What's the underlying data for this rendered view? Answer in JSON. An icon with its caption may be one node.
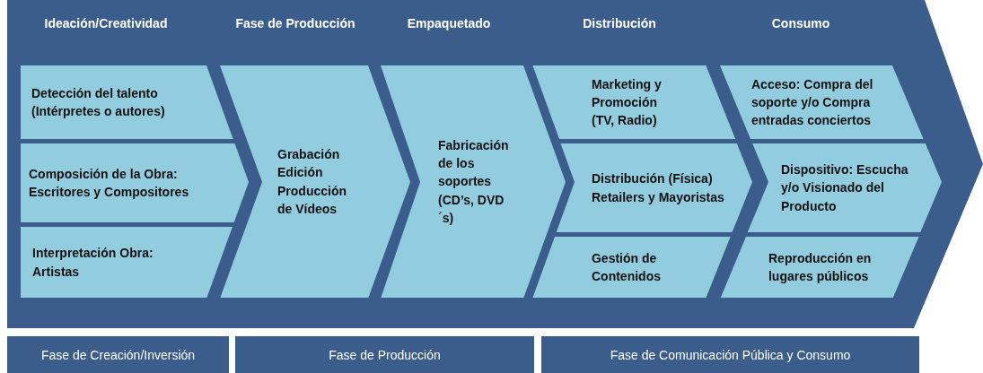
{
  "diagram": {
    "nodes": [
      {
        "text": [
          "Ideación/Creatividad",
          "Fase de Producción",
          "Empaquetado",
          "Distribución",
          "Consumo"
        ]
      },
      {
        "text": [
          "Detección del talento (Intérpretes  o autores)"
        ],
        "in": 0
      },
      {
        "text": [
          "Composición de la Obra: Escritores y Compositores"
        ],
        "in": 0
      },
      {
        "text": [
          "Interpretación Obra: Artistas"
        ],
        "in": 0
      },
      {
        "text": [
          "Grabación Edición Producción de Vídeos"
        ],
        "in": 0
      },
      {
        "text": [
          "Fabricación de los soportes (CD’s, DVD´s)"
        ],
        "in": 0
      },
      {
        "text": [
          "Marketing y Promoción (TV, Radio)"
        ],
        "in": 0
      },
      {
        "text": [
          "Distribución (Física) Retailers y Mayoristas"
        ],
        "in": 0
      },
      {
        "text": [
          "Gestión de Contenidos"
        ],
        "in": 0
      },
      {
        "text": [
          "Acceso: Compra del soporte y/o Compra entradas conciertos"
        ],
        "in": 0
      },
      {
        "text": [
          "Dispositivo: Escucha y/o Visionado del Producto"
        ],
        "in": 0
      },
      {
        "text": [
          "Reproducción en lugares públicos"
        ],
        "in": 0
      },
      {
        "text": [
          "Fase de Creación/Inversión"
        ]
      },
      {
        "text": [
          "Fase de Producción"
        ]
      },
      {
        "text": [
          "Fase de Comunicación Pública y Consumo"
        ]
      }
    ]
  }
}
